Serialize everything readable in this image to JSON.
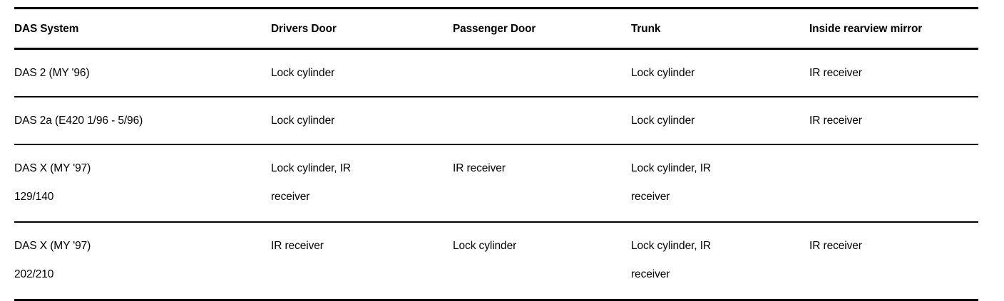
{
  "document": {
    "type": "table",
    "background_color": "#ffffff",
    "text_color": "#000000"
  },
  "table": {
    "name": "das-system-component-table",
    "columns": [
      {
        "key": "das_system",
        "label": "DAS System"
      },
      {
        "key": "drivers_door",
        "label": "Drivers Door"
      },
      {
        "key": "passenger_door",
        "label": "Passenger Door"
      },
      {
        "key": "trunk",
        "label": "Trunk"
      },
      {
        "key": "inside_rearview_mirror",
        "label": "Inside rearview mirror"
      }
    ],
    "rows": [
      {
        "das_system_line1": "DAS 2 (MY '96)",
        "das_system_line2": "",
        "drivers_door_line1": "Lock cylinder",
        "drivers_door_line2": "",
        "passenger_door_line1": "",
        "passenger_door_line2": "",
        "trunk_line1": "Lock cylinder",
        "trunk_line2": "",
        "mirror_line1": "IR receiver",
        "mirror_line2": ""
      },
      {
        "das_system_line1": "DAS 2a (E420 1/96 - 5/96)",
        "das_system_line2": "",
        "drivers_door_line1": "Lock cylinder",
        "drivers_door_line2": "",
        "passenger_door_line1": "",
        "passenger_door_line2": "",
        "trunk_line1": "Lock cylinder",
        "trunk_line2": "",
        "mirror_line1": "IR receiver",
        "mirror_line2": ""
      },
      {
        "das_system_line1": "DAS X (MY '97)",
        "das_system_line2": "129/140",
        "drivers_door_line1": "Lock cylinder, IR",
        "drivers_door_line2": "receiver",
        "passenger_door_line1": "IR receiver",
        "passenger_door_line2": "",
        "trunk_line1": "Lock cylinder, IR",
        "trunk_line2": "receiver",
        "mirror_line1": "",
        "mirror_line2": ""
      },
      {
        "das_system_line1": "DAS X (MY '97)",
        "das_system_line2": "202/210",
        "drivers_door_line1": "IR receiver",
        "drivers_door_line2": "",
        "passenger_door_line1": "Lock cylinder",
        "passenger_door_line2": "",
        "trunk_line1": "Lock cylinder, IR",
        "trunk_line2": "receiver",
        "mirror_line1": "IR receiver",
        "mirror_line2": ""
      }
    ]
  }
}
